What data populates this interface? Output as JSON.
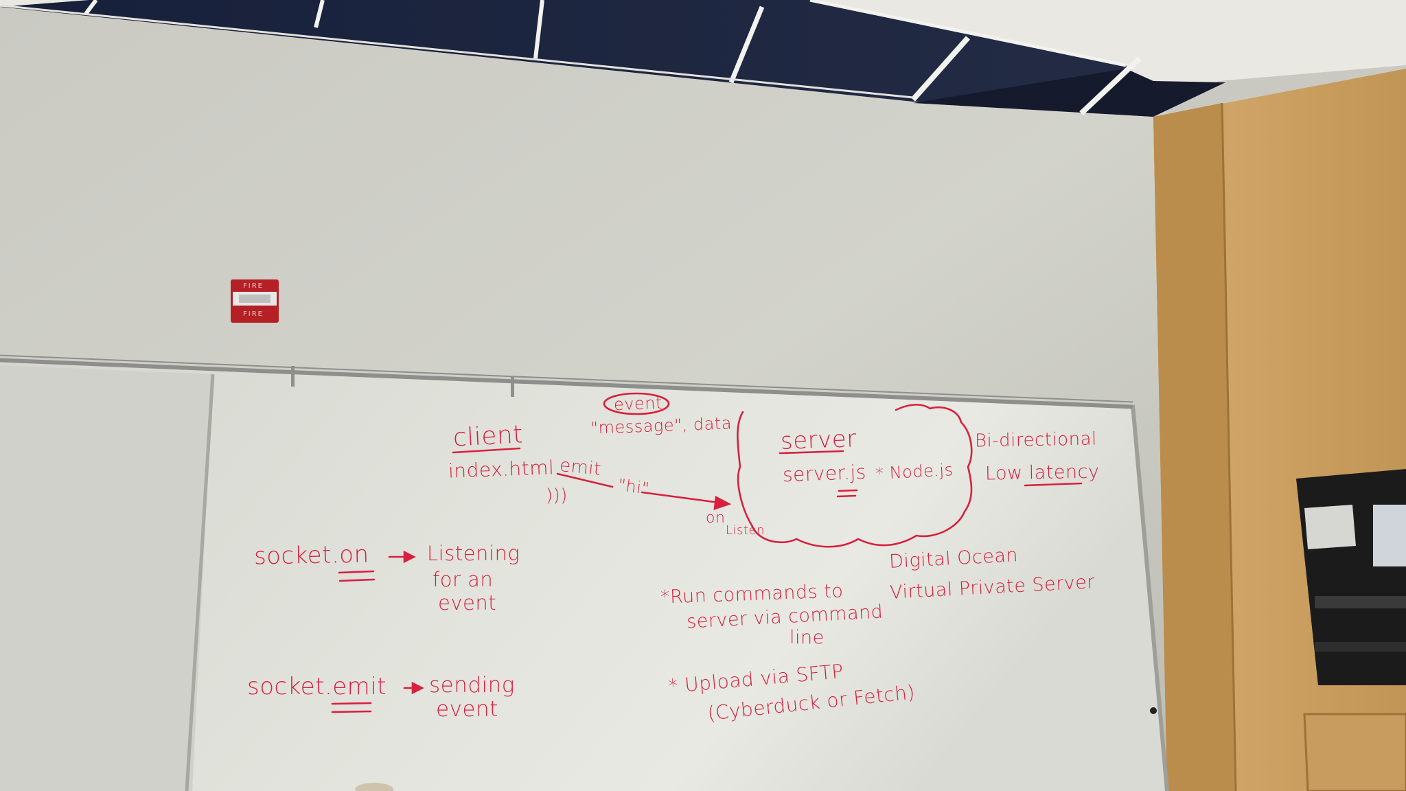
{
  "whiteboard": {
    "event_label": "event",
    "message_label": "\"message\", data",
    "client_title": "client",
    "index_html": "index.html",
    "emit_label": "emit",
    "hi_label": "\"hi\"",
    "waves": ")))",
    "on_label": "on",
    "listen_label": "Listen",
    "server_title": "server",
    "server_js": "server.js",
    "node_js": "* Node.js",
    "bidirectional": "Bi-directional",
    "low_latency": "Low latency",
    "socket_on": "socket.on",
    "listening_line1": "Listening",
    "listening_line2": "for an",
    "listening_line3": "event",
    "socket_emit": "socket.emit",
    "sending_line1": "sending",
    "sending_line2": "event",
    "digital_ocean": "Digital Ocean",
    "vps": "Virtual Private Server",
    "run_line1": "*Run commands to",
    "run_line2": "server via command",
    "run_line3": "line",
    "upload_line1": "* Upload via SFTP",
    "upload_line2": "(Cyberduck or Fetch)"
  },
  "fire_alarm": {
    "label_top": "FIRE",
    "label_bottom": "FIRE"
  },
  "colors": {
    "marker": "#d8203e",
    "wall": "#c9c9c2",
    "board": "#dcdcd5",
    "wood": "#c49a5a",
    "ceiling": "#eae8e2",
    "ceiling_dark": "#1d2540",
    "alarm": "#b52025"
  }
}
